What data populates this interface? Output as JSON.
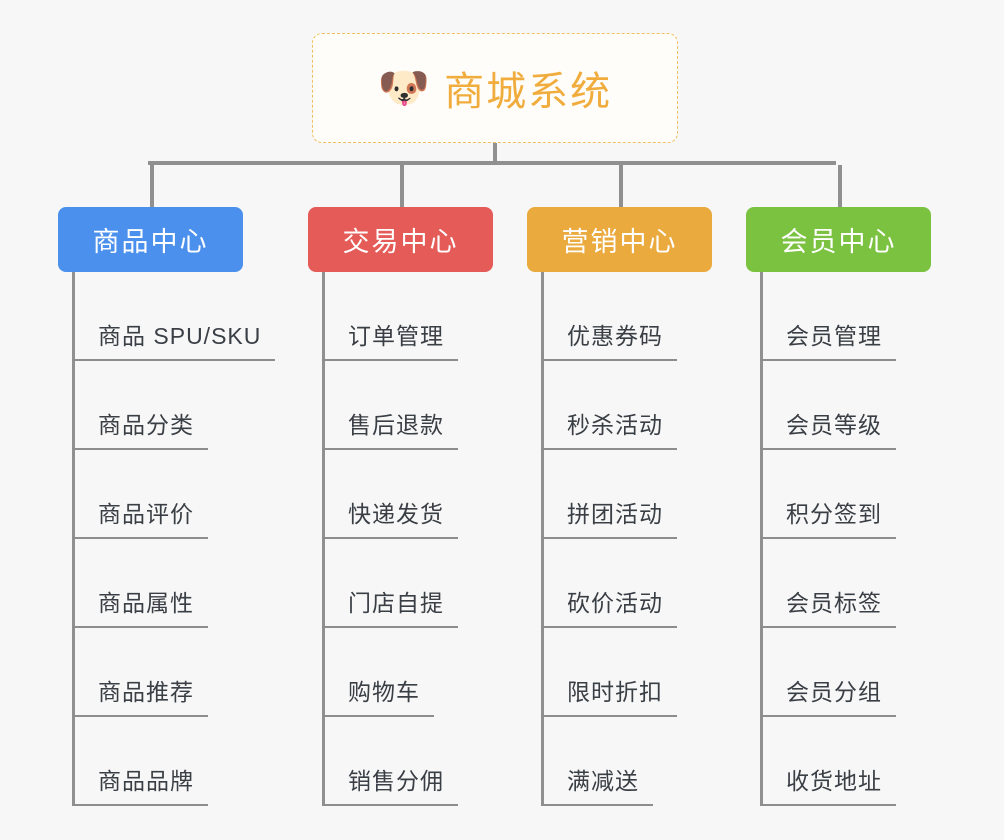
{
  "page": {
    "background_color": "#f7f7f7",
    "type": "organization-chart"
  },
  "root": {
    "icon": "dog-face-icon",
    "emoji": "🐶",
    "title": "商城系统",
    "text_color": "#f0ad3e",
    "border_color": "#f0c060",
    "background_color": "#fffdf9"
  },
  "columns": [
    {
      "id": "product-center",
      "title": "商品中心",
      "color": "#4a90ec",
      "items": [
        "商品 SPU/SKU",
        "商品分类",
        "商品评价",
        "商品属性",
        "商品推荐",
        "商品品牌"
      ]
    },
    {
      "id": "trade-center",
      "title": "交易中心",
      "color": "#e45b58",
      "items": [
        "订单管理",
        "售后退款",
        "快递发货",
        "门店自提",
        "购物车",
        "销售分佣"
      ]
    },
    {
      "id": "marketing-center",
      "title": "营销中心",
      "color": "#eaaa3d",
      "items": [
        "优惠券码",
        "秒杀活动",
        "拼团活动",
        "砍价活动",
        "限时折扣",
        "满减送"
      ]
    },
    {
      "id": "member-center",
      "title": "会员中心",
      "color": "#7cc241",
      "items": [
        "会员管理",
        "会员等级",
        "积分签到",
        "会员标签",
        "会员分组",
        "收货地址"
      ]
    }
  ],
  "connector_color": "#909090",
  "leaf_text_color": "#3a3f45",
  "leaf_rule_color": "#8d8d8d"
}
